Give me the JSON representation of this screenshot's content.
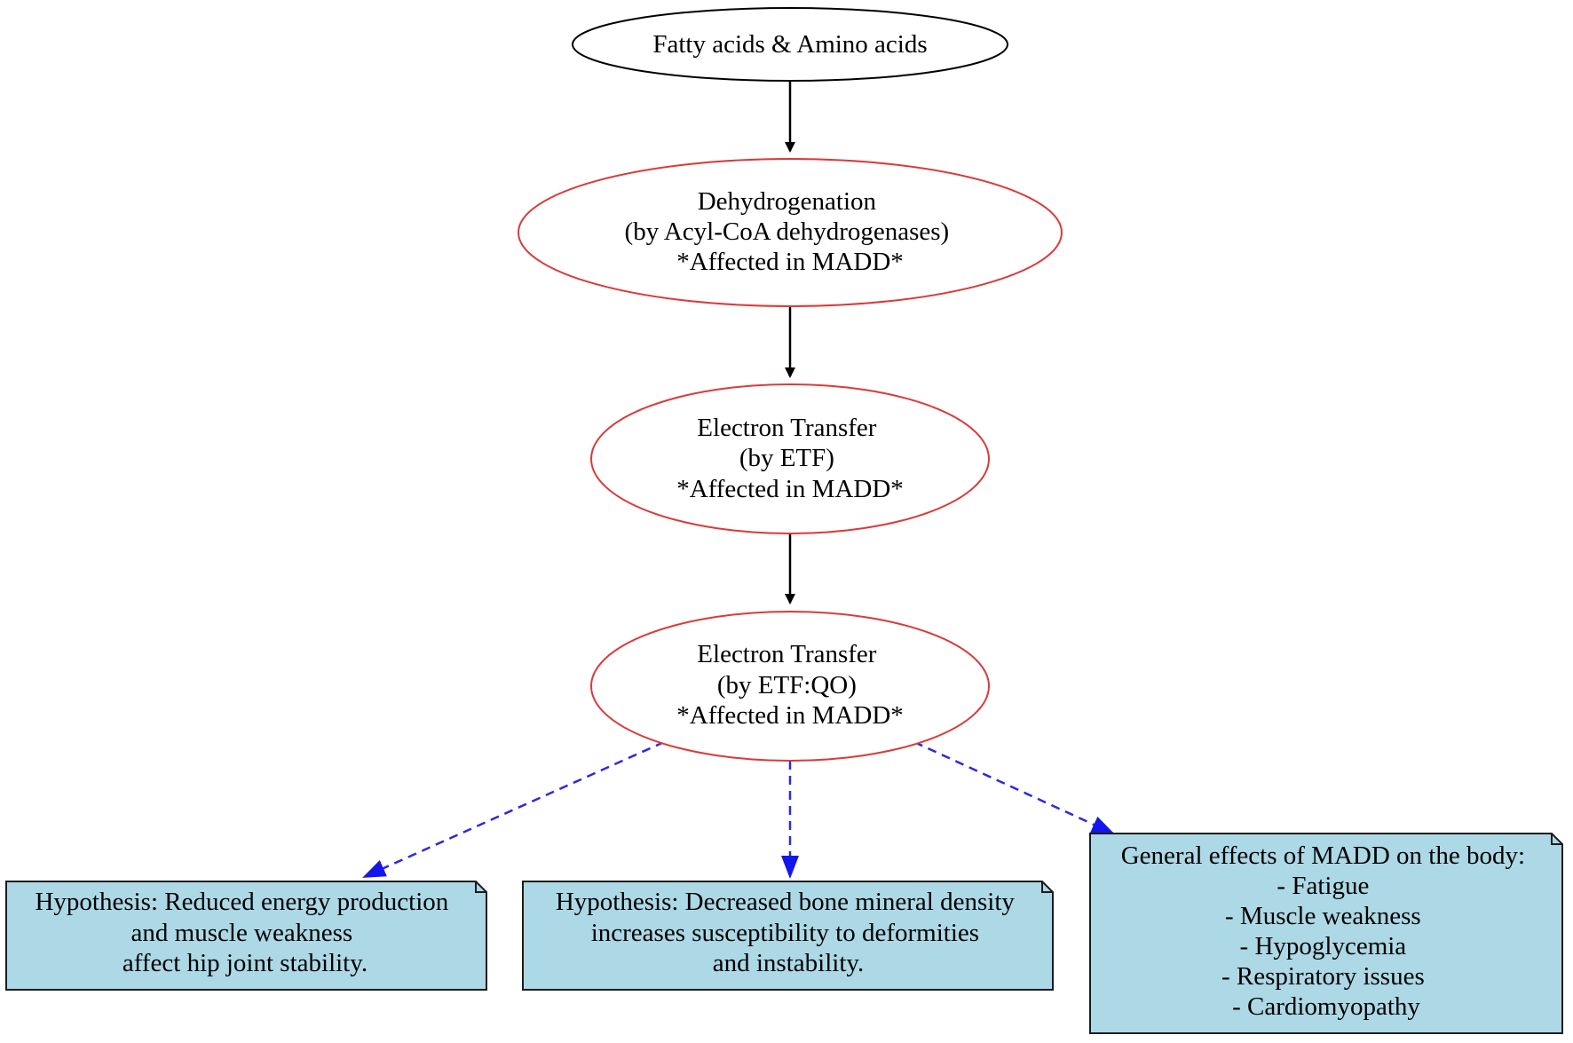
{
  "colors": {
    "start_stroke": "#000000",
    "process_stroke": "#d93a3a",
    "note_fill": "#add8e6",
    "note_stroke": "#1c1c1c",
    "solid_edge": "#000000",
    "dashed_edge": "#2a2ae0"
  },
  "nodes": {
    "start": {
      "lines": [
        "Fatty acids & Amino acids"
      ]
    },
    "dehydrogenation": {
      "lines": [
        "Dehydrogenation",
        "(by Acyl-CoA dehydrogenases)",
        "*Affected in MADD*"
      ]
    },
    "etf": {
      "lines": [
        "Electron Transfer",
        "(by ETF)",
        "*Affected in MADD*"
      ]
    },
    "etfqo": {
      "lines": [
        "Electron Transfer",
        "(by ETF:QO)",
        "*Affected in MADD*"
      ]
    },
    "hypothesis_hip": {
      "lines": [
        "Hypothesis: Reduced energy production",
        "and muscle weakness",
        "affect hip joint stability."
      ]
    },
    "hypothesis_bone": {
      "lines": [
        "Hypothesis: Decreased bone mineral density",
        "increases susceptibility to deformities",
        "and instability."
      ]
    },
    "general_effects": {
      "lines": [
        "General effects of MADD on the body:",
        "- Fatigue",
        "- Muscle weakness",
        "- Hypoglycemia",
        "- Respiratory issues",
        "- Cardiomyopathy"
      ]
    }
  },
  "edges": [
    {
      "from": "start",
      "to": "dehydrogenation",
      "style": "solid"
    },
    {
      "from": "dehydrogenation",
      "to": "etf",
      "style": "solid"
    },
    {
      "from": "etf",
      "to": "etfqo",
      "style": "solid"
    },
    {
      "from": "etfqo",
      "to": "hypothesis_hip",
      "style": "dashed"
    },
    {
      "from": "etfqo",
      "to": "hypothesis_bone",
      "style": "dashed"
    },
    {
      "from": "etfqo",
      "to": "general_effects",
      "style": "dashed"
    }
  ]
}
